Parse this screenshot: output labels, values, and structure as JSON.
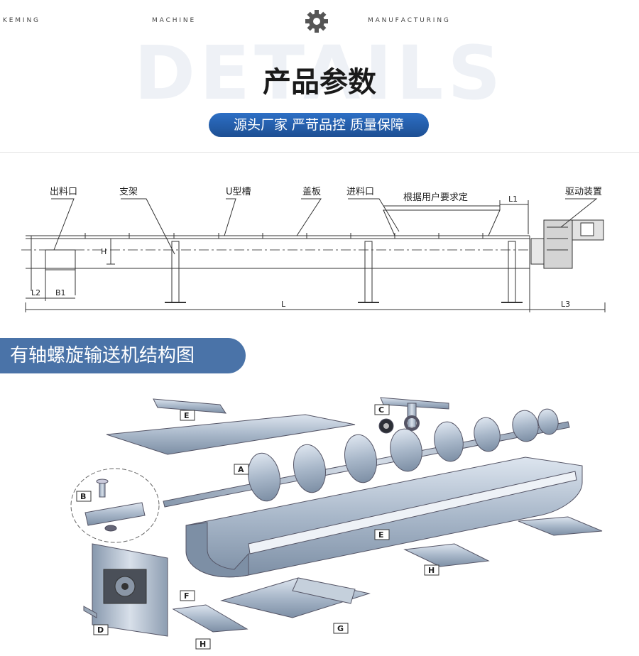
{
  "header": {
    "brand": {
      "left": "K E M I N G",
      "middle": "M A C H I N E",
      "right": "M A N U F A C T U R I N G"
    },
    "watermark": "DETAILS",
    "title": "产品参数",
    "tagline": "源头厂家 严苛品控 质量保障"
  },
  "drawing": {
    "labels": {
      "outlet": "出料口",
      "support": "支架",
      "u_trough": "U型槽",
      "cover": "盖板",
      "inlet": "进料口",
      "custom": "根据用户要求定",
      "drive": "驱动装置"
    },
    "dims": {
      "L": "L",
      "L1": "L1",
      "L2": "L2",
      "L3": "L3",
      "B1": "B1",
      "H": "H"
    }
  },
  "structure_section": {
    "title": "有轴螺旋输送机结构图",
    "parts": {
      "A": "A",
      "B": "B",
      "C": "C",
      "D": "D",
      "E": "E",
      "F": "F",
      "G": "G",
      "H": "H"
    }
  },
  "colors": {
    "accent_blue": "#1d4f93",
    "badge_blue": "#4a73a8",
    "steel": "#a9b8c9"
  }
}
